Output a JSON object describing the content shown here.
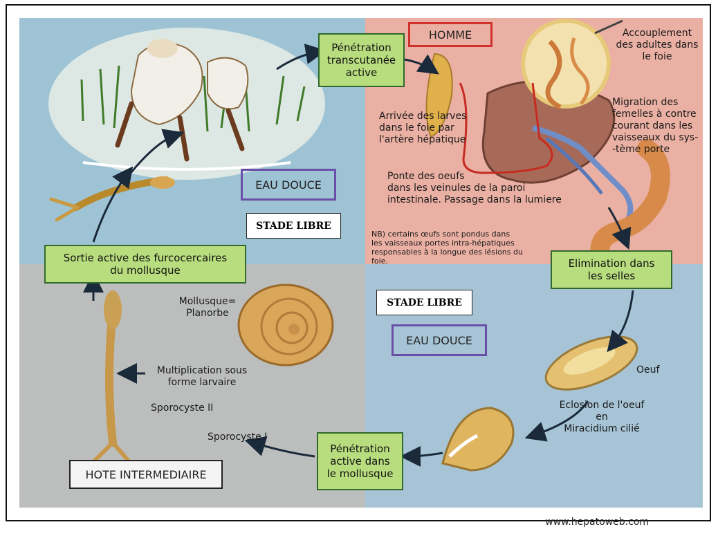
{
  "boxes": {
    "penetration_transcutanee": "Pénétration\ntranscutanée\nactive",
    "homme": "HOMME",
    "eau_douce_top": "EAU DOUCE",
    "stade_libre_top": "STADE LIBRE",
    "sortie_active": "Sortie active des furcocercaires\ndu mollusque",
    "elimination": "Elimination dans\nles selles",
    "stade_libre_bottom": "STADE LIBRE",
    "eau_douce_bottom": "EAU DOUCE",
    "penetration_mollusque": "Pénétration\nactive dans\nle mollusque",
    "hote_intermediaire": "HOTE INTERMEDIAIRE"
  },
  "labels": {
    "accouplement": "Accouplement\ndes adultes dans\nle foie",
    "migration": "Migration des\nfemelles à contre\ncourant dans les\nvaisseaux du sys-\n-tème porte",
    "arrivee_larves": "Arrivée des larves\ndans le foie par\nl'artère hépatique",
    "ponte_oeufs": "Ponte des oeufs\ndans les veinules de la paroi\nintestinale. Passage dans la lumiere",
    "nb_note": "NB) certains œufs sont pondus dans\nles vaisseaux portes intra-hépatiques\nresponsables à la longue des lésions du\nfoie.",
    "mollusque": "Mollusque=\nPlanorbe",
    "multiplication": "Multiplication sous\nforme larvaire",
    "sporocyste_2": "Sporocyste II",
    "sporocyste_1": "Sporocyste I",
    "oeuf": "Oeuf",
    "eclosion": "Eclosion de l'oeuf\nen\nMiracidium cilié"
  },
  "footer": "www.hepatoweb.com",
  "colors": {
    "top_left_bg": "#9ec3d4",
    "top_right_bg": "#eab0a3",
    "bottom_left_bg": "#bcbebd",
    "bottom_right_bg": "#a6c4d5",
    "box_green": "#b8dd7e",
    "homme_border": "#d0312d",
    "eau_douce_border": "#6a4fa8"
  }
}
